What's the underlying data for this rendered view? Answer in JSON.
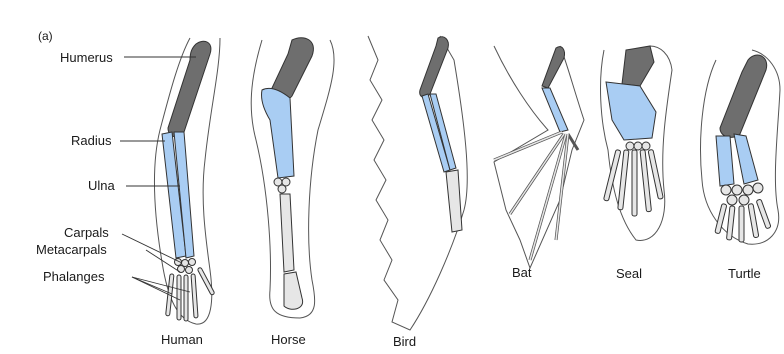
{
  "figure": {
    "panel_label": "(a)",
    "bone_labels": {
      "humerus": "Humerus",
      "radius": "Radius",
      "ulna": "Ulna",
      "carpals": "Carpals",
      "metacarpals": "Metacarpals",
      "phalanges": "Phalanges"
    },
    "animals": [
      "Human",
      "Horse",
      "Bird",
      "Bat",
      "Seal",
      "Turtle"
    ],
    "colors": {
      "humerus": "#6e6e6e",
      "radius_ulna": "#a9cdf3",
      "hand_bones": "#e6e6e6",
      "outline": "#3a3a3a",
      "body_outline": "#555555"
    }
  }
}
